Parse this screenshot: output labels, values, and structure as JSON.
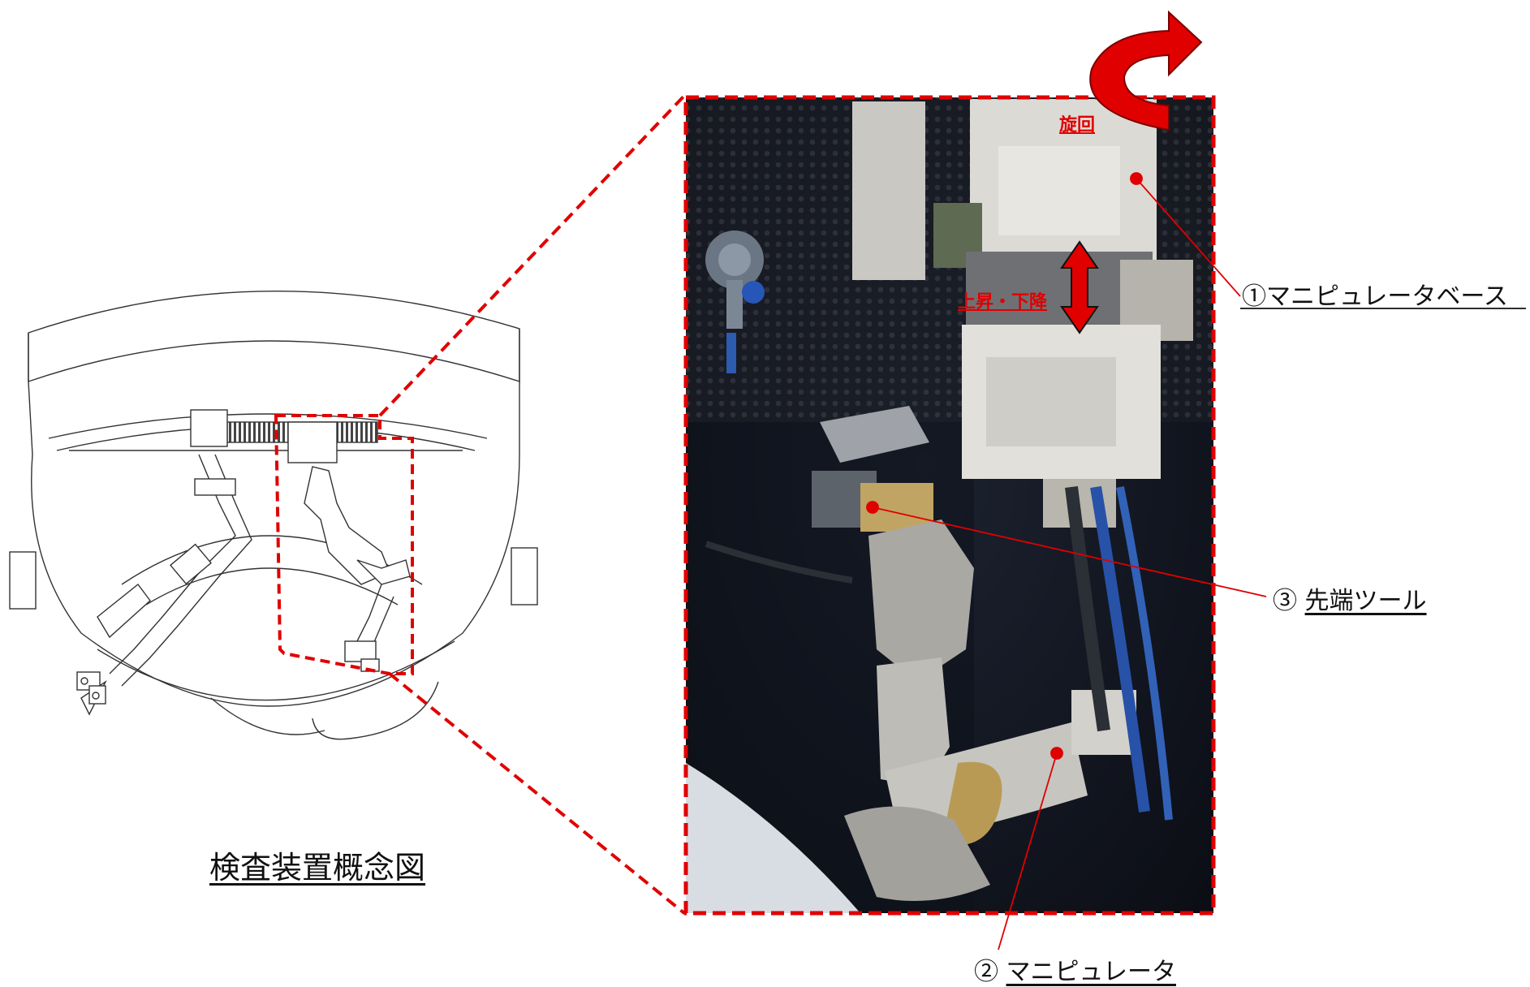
{
  "concept": {
    "caption": "検査装置概念図"
  },
  "photo": {
    "motion_rotate": "旋回",
    "motion_updown": "上昇・下降"
  },
  "callouts": {
    "c1_number": "①",
    "c1_text": "マニピュレータベース",
    "c2_number": "②",
    "c2_text": "マニピュレータ",
    "c3_number": "③",
    "c3_text": "先端ツール"
  },
  "colors": {
    "accent": "#e00000",
    "line": "#222222"
  }
}
